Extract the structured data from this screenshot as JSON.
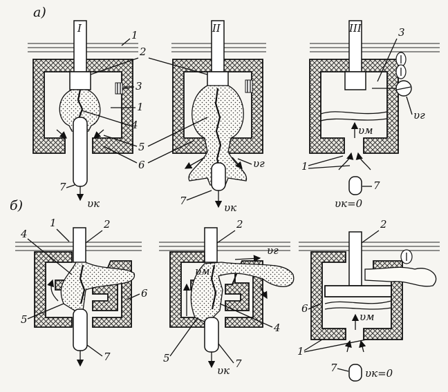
{
  "sections": {
    "a": "а)",
    "b": "б)"
  },
  "stages": {
    "s1": "I",
    "s2": "II",
    "s3": "III"
  },
  "numbers": {
    "n1": "1",
    "n2": "2",
    "n3": "3",
    "n4": "4",
    "n5": "5",
    "n6": "6",
    "n7": "7"
  },
  "velocities": {
    "vk": "υк",
    "vg": "υг",
    "vm": "υм",
    "vk_zero": "υк=0"
  }
}
